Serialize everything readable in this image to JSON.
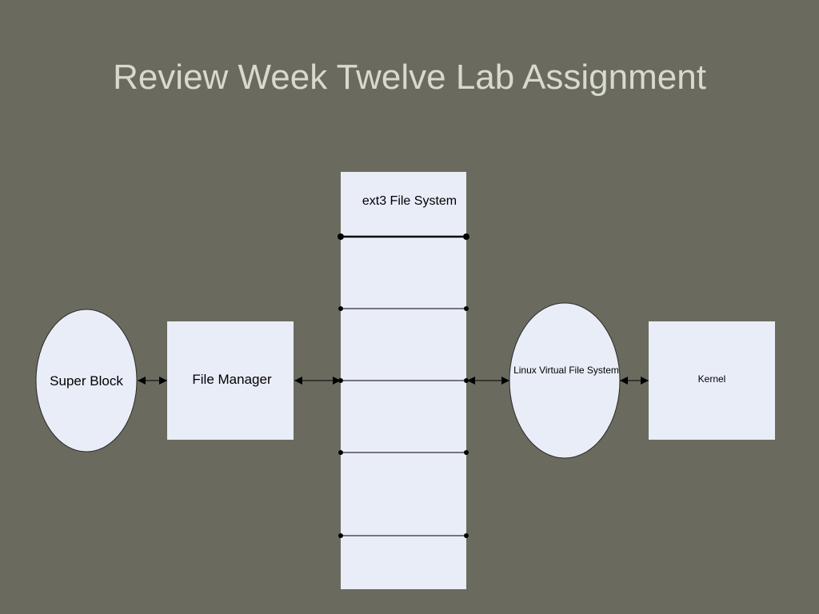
{
  "slide": {
    "title": "Review Week Twelve Lab Assignment"
  },
  "diagram": {
    "nodes": {
      "super_block": "Super Block",
      "file_manager": "File Manager",
      "ext3": "ext3 File System",
      "linux_vfs": "Linux Virtual File System",
      "kernel": "Kernel"
    },
    "edges": [
      {
        "from": "super_block",
        "to": "file_manager",
        "direction": "both"
      },
      {
        "from": "file_manager",
        "to": "ext3",
        "direction": "both"
      },
      {
        "from": "ext3",
        "to": "linux_vfs",
        "direction": "both"
      },
      {
        "from": "linux_vfs",
        "to": "kernel",
        "direction": "both"
      }
    ]
  },
  "colors": {
    "background": "#6a6b5e",
    "node_fill": "#e9edf8",
    "title_text": "#d8d9cf"
  }
}
